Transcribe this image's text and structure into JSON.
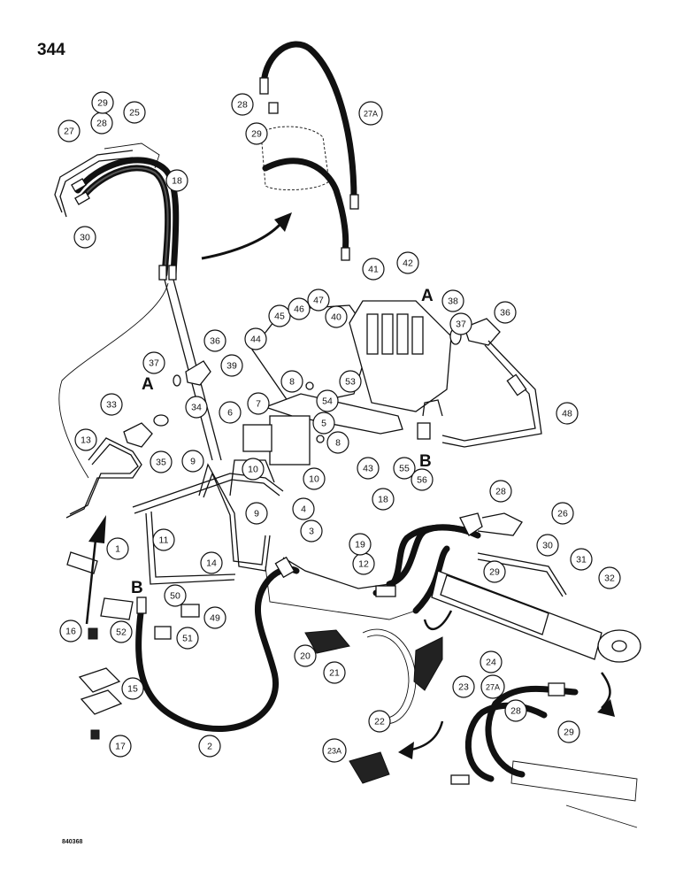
{
  "page": {
    "number": "344",
    "figure_code": "840368"
  },
  "section_letters": [
    "A",
    "A",
    "B",
    "B"
  ],
  "callouts": [
    {
      "id": "c1",
      "label": "1"
    },
    {
      "id": "c2",
      "label": "2"
    },
    {
      "id": "c3",
      "label": "3"
    },
    {
      "id": "c4",
      "label": "4"
    },
    {
      "id": "c5",
      "label": "5"
    },
    {
      "id": "c6",
      "label": "6"
    },
    {
      "id": "c7",
      "label": "7"
    },
    {
      "id": "c8a",
      "label": "8"
    },
    {
      "id": "c8b",
      "label": "8"
    },
    {
      "id": "c9a",
      "label": "9"
    },
    {
      "id": "c9b",
      "label": "9"
    },
    {
      "id": "c10a",
      "label": "10"
    },
    {
      "id": "c10b",
      "label": "10"
    },
    {
      "id": "c11",
      "label": "11"
    },
    {
      "id": "c12",
      "label": "12"
    },
    {
      "id": "c13",
      "label": "13"
    },
    {
      "id": "c14",
      "label": "14"
    },
    {
      "id": "c15",
      "label": "15"
    },
    {
      "id": "c16",
      "label": "16"
    },
    {
      "id": "c17",
      "label": "17"
    },
    {
      "id": "c18a",
      "label": "18"
    },
    {
      "id": "c18b",
      "label": "18"
    },
    {
      "id": "c19",
      "label": "19"
    },
    {
      "id": "c20",
      "label": "20"
    },
    {
      "id": "c21",
      "label": "21"
    },
    {
      "id": "c22",
      "label": "22"
    },
    {
      "id": "c23",
      "label": "23"
    },
    {
      "id": "c23a",
      "label": "23A"
    },
    {
      "id": "c24",
      "label": "24"
    },
    {
      "id": "c25",
      "label": "25"
    },
    {
      "id": "c26",
      "label": "26"
    },
    {
      "id": "c27",
      "label": "27"
    },
    {
      "id": "c27a1",
      "label": "27A"
    },
    {
      "id": "c27a2",
      "label": "27A"
    },
    {
      "id": "c28a",
      "label": "28"
    },
    {
      "id": "c28b",
      "label": "28"
    },
    {
      "id": "c28c",
      "label": "28"
    },
    {
      "id": "c28d",
      "label": "28"
    },
    {
      "id": "c29a",
      "label": "29"
    },
    {
      "id": "c29b",
      "label": "29"
    },
    {
      "id": "c29c",
      "label": "29"
    },
    {
      "id": "c29d",
      "label": "29"
    },
    {
      "id": "c30a",
      "label": "30"
    },
    {
      "id": "c30b",
      "label": "30"
    },
    {
      "id": "c31",
      "label": "31"
    },
    {
      "id": "c32",
      "label": "32"
    },
    {
      "id": "c33",
      "label": "33"
    },
    {
      "id": "c34",
      "label": "34"
    },
    {
      "id": "c35",
      "label": "35"
    },
    {
      "id": "c36a",
      "label": "36"
    },
    {
      "id": "c36b",
      "label": "36"
    },
    {
      "id": "c37a",
      "label": "37"
    },
    {
      "id": "c37b",
      "label": "37"
    },
    {
      "id": "c38",
      "label": "38"
    },
    {
      "id": "c39",
      "label": "39"
    },
    {
      "id": "c40",
      "label": "40"
    },
    {
      "id": "c41",
      "label": "41"
    },
    {
      "id": "c42",
      "label": "42"
    },
    {
      "id": "c43",
      "label": "43"
    },
    {
      "id": "c44",
      "label": "44"
    },
    {
      "id": "c45",
      "label": "45"
    },
    {
      "id": "c46",
      "label": "46"
    },
    {
      "id": "c47",
      "label": "47"
    },
    {
      "id": "c48",
      "label": "48"
    },
    {
      "id": "c49",
      "label": "49"
    },
    {
      "id": "c50",
      "label": "50"
    },
    {
      "id": "c51",
      "label": "51"
    },
    {
      "id": "c52",
      "label": "52"
    },
    {
      "id": "c53",
      "label": "53"
    },
    {
      "id": "c54",
      "label": "54"
    },
    {
      "id": "c55",
      "label": "55"
    },
    {
      "id": "c56",
      "label": "56"
    }
  ]
}
